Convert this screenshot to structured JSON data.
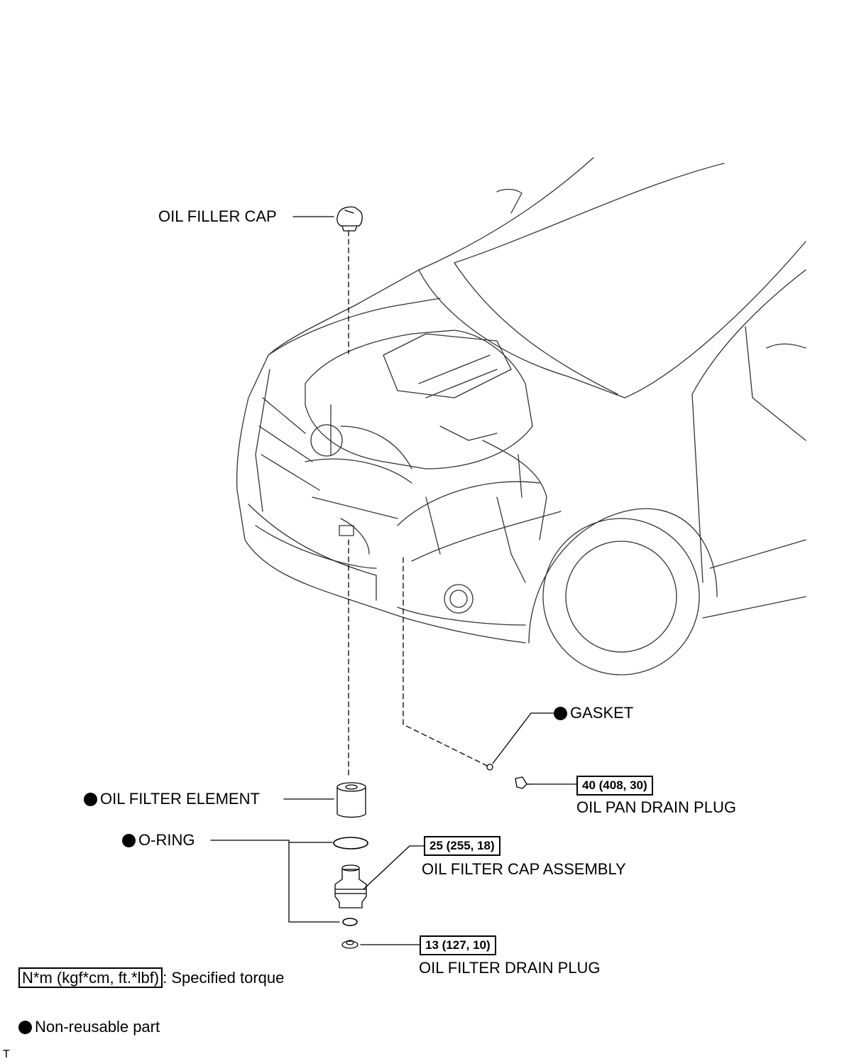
{
  "labels": {
    "oil_filler_cap": "OIL FILLER CAP",
    "gasket": "GASKET",
    "oil_filter_element": "OIL FILTER ELEMENT",
    "o_ring": "O-RING",
    "oil_pan_drain_plug": "OIL PAN DRAIN PLUG",
    "oil_filter_cap_assembly": "OIL FILTER CAP ASSEMBLY",
    "oil_filter_drain_plug": "OIL FILTER DRAIN PLUG"
  },
  "torques": {
    "oil_pan_drain_plug": "40 (408, 30)",
    "oil_filter_cap_assembly": "25 (255, 18)",
    "oil_filter_drain_plug": "13 (127, 10)"
  },
  "legend": {
    "torque_unit": "N*m (kgf*cm, ft.*lbf)",
    "torque_desc": ": Specified torque",
    "nonreusable_desc": "Non-reusable part"
  },
  "corner_mark": "T"
}
